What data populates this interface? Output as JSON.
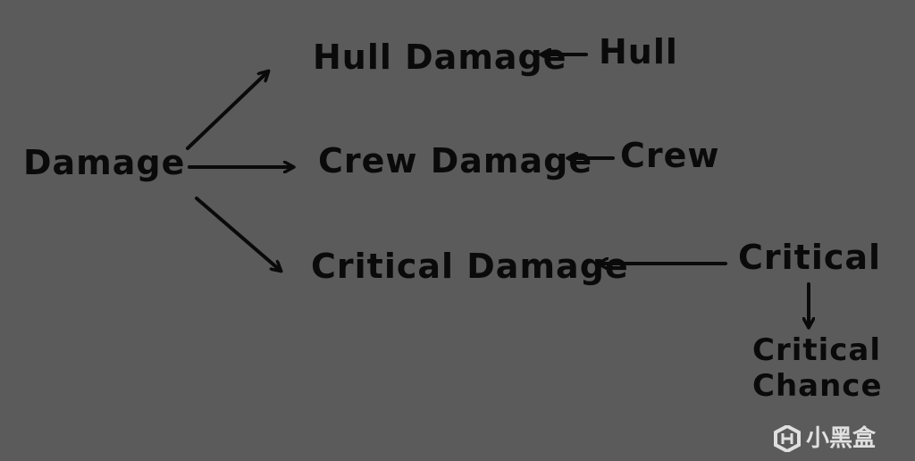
{
  "nodes": {
    "damage": "Damage",
    "hull_damage": "Hull Damage",
    "hull": "Hull",
    "crew_damage": "Crew Damage",
    "crew": "Crew",
    "critical_damage": "Critical Damage",
    "critical": "Critical",
    "critical_chance": "Critical Chance"
  },
  "watermark": {
    "text": "小黑盒"
  },
  "colors": {
    "background": "#5b5b5b",
    "ink": "#0a0a0a"
  }
}
